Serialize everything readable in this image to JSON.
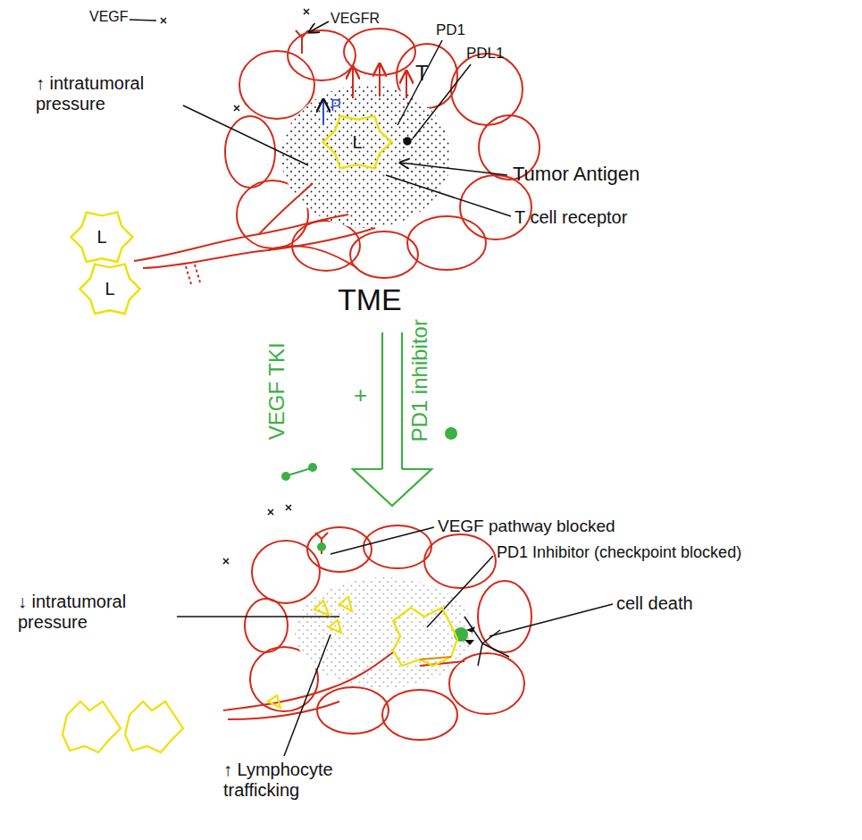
{
  "diagram": {
    "nodes": [
      {
        "text": [
          "L"
        ]
      },
      {
        "text": [
          "L"
        ]
      },
      {
        "text": [
          "L"
        ]
      }
    ],
    "labels": [
      "VEGF",
      "VEGFR",
      "PD1",
      "PDL1",
      "↑ intratumoral pressure",
      "P",
      "T",
      "Tumor Antigen",
      "T cell receptor",
      "TME",
      "VEGF TKI",
      "+",
      "PD1 inhibitor",
      "VEGF pathway blocked",
      "PD1 Inhibitor (checkpoint blocked)",
      "cell death",
      "↓ intratumoral pressure",
      "↑ Lymphocyte trafficking"
    ]
  }
}
